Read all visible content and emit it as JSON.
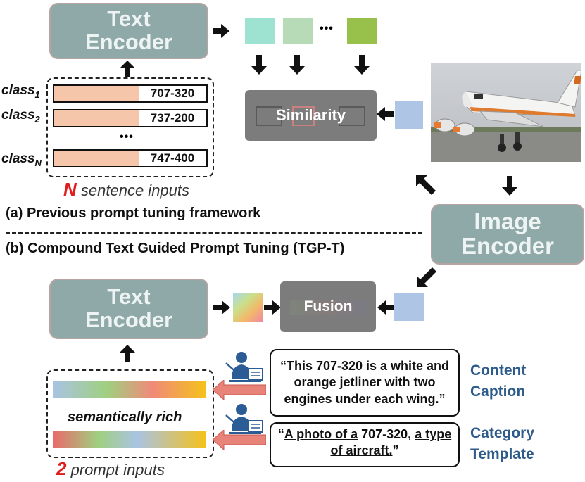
{
  "previous": {
    "encoder_line1": "Text",
    "encoder_line2": "Encoder",
    "class_labels": [
      {
        "name": "class",
        "sub": "1"
      },
      {
        "name": "class",
        "sub": "2"
      },
      {
        "name": "class",
        "sub": "N"
      }
    ],
    "class_values": [
      "707-320",
      "737-200",
      "747-400"
    ],
    "ellipsis": "•••",
    "inputs_count": "N",
    "inputs_label": "sentence inputs",
    "similarity_label": "Similarity",
    "square_ellipsis": "•••"
  },
  "section_a": "(a) Previous prompt tuning framework",
  "section_b": "(b) Compound Text Guided Prompt Tuning (TGP-T)",
  "image_encoder": {
    "line1": "Image",
    "line2": "Encoder"
  },
  "tgpt": {
    "encoder_line1": "Text",
    "encoder_line2": "Encoder",
    "fusion_label": "Fusion",
    "rich_label": "semantically rich",
    "inputs_count": "2",
    "inputs_label": "prompt inputs",
    "content_caption": "“This 707-320 is a white and orange jetliner with two engines under each wing.”",
    "content_line1": "“This 707-320 is a white and",
    "content_line2": "orange jetliner with two",
    "content_line3": "engines under each wing.”",
    "template_q1": "“",
    "template_p1": "A photo of a",
    "template_p2": " 707-320",
    "template_p3": ",",
    "template_p4": "a type",
    "template_p5": "of aircraft.",
    "template_q2": "”",
    "content_label1": "Content",
    "content_label2": "Caption",
    "category_label1": "Category",
    "category_label2": "Template"
  },
  "colors": {
    "encoder": "#8fa9a9",
    "squares": [
      "#9ee3d2",
      "#b6dbb6",
      "#97c14a"
    ],
    "image_feature": "#aec5e6",
    "accent_red": "#e11c1c"
  }
}
